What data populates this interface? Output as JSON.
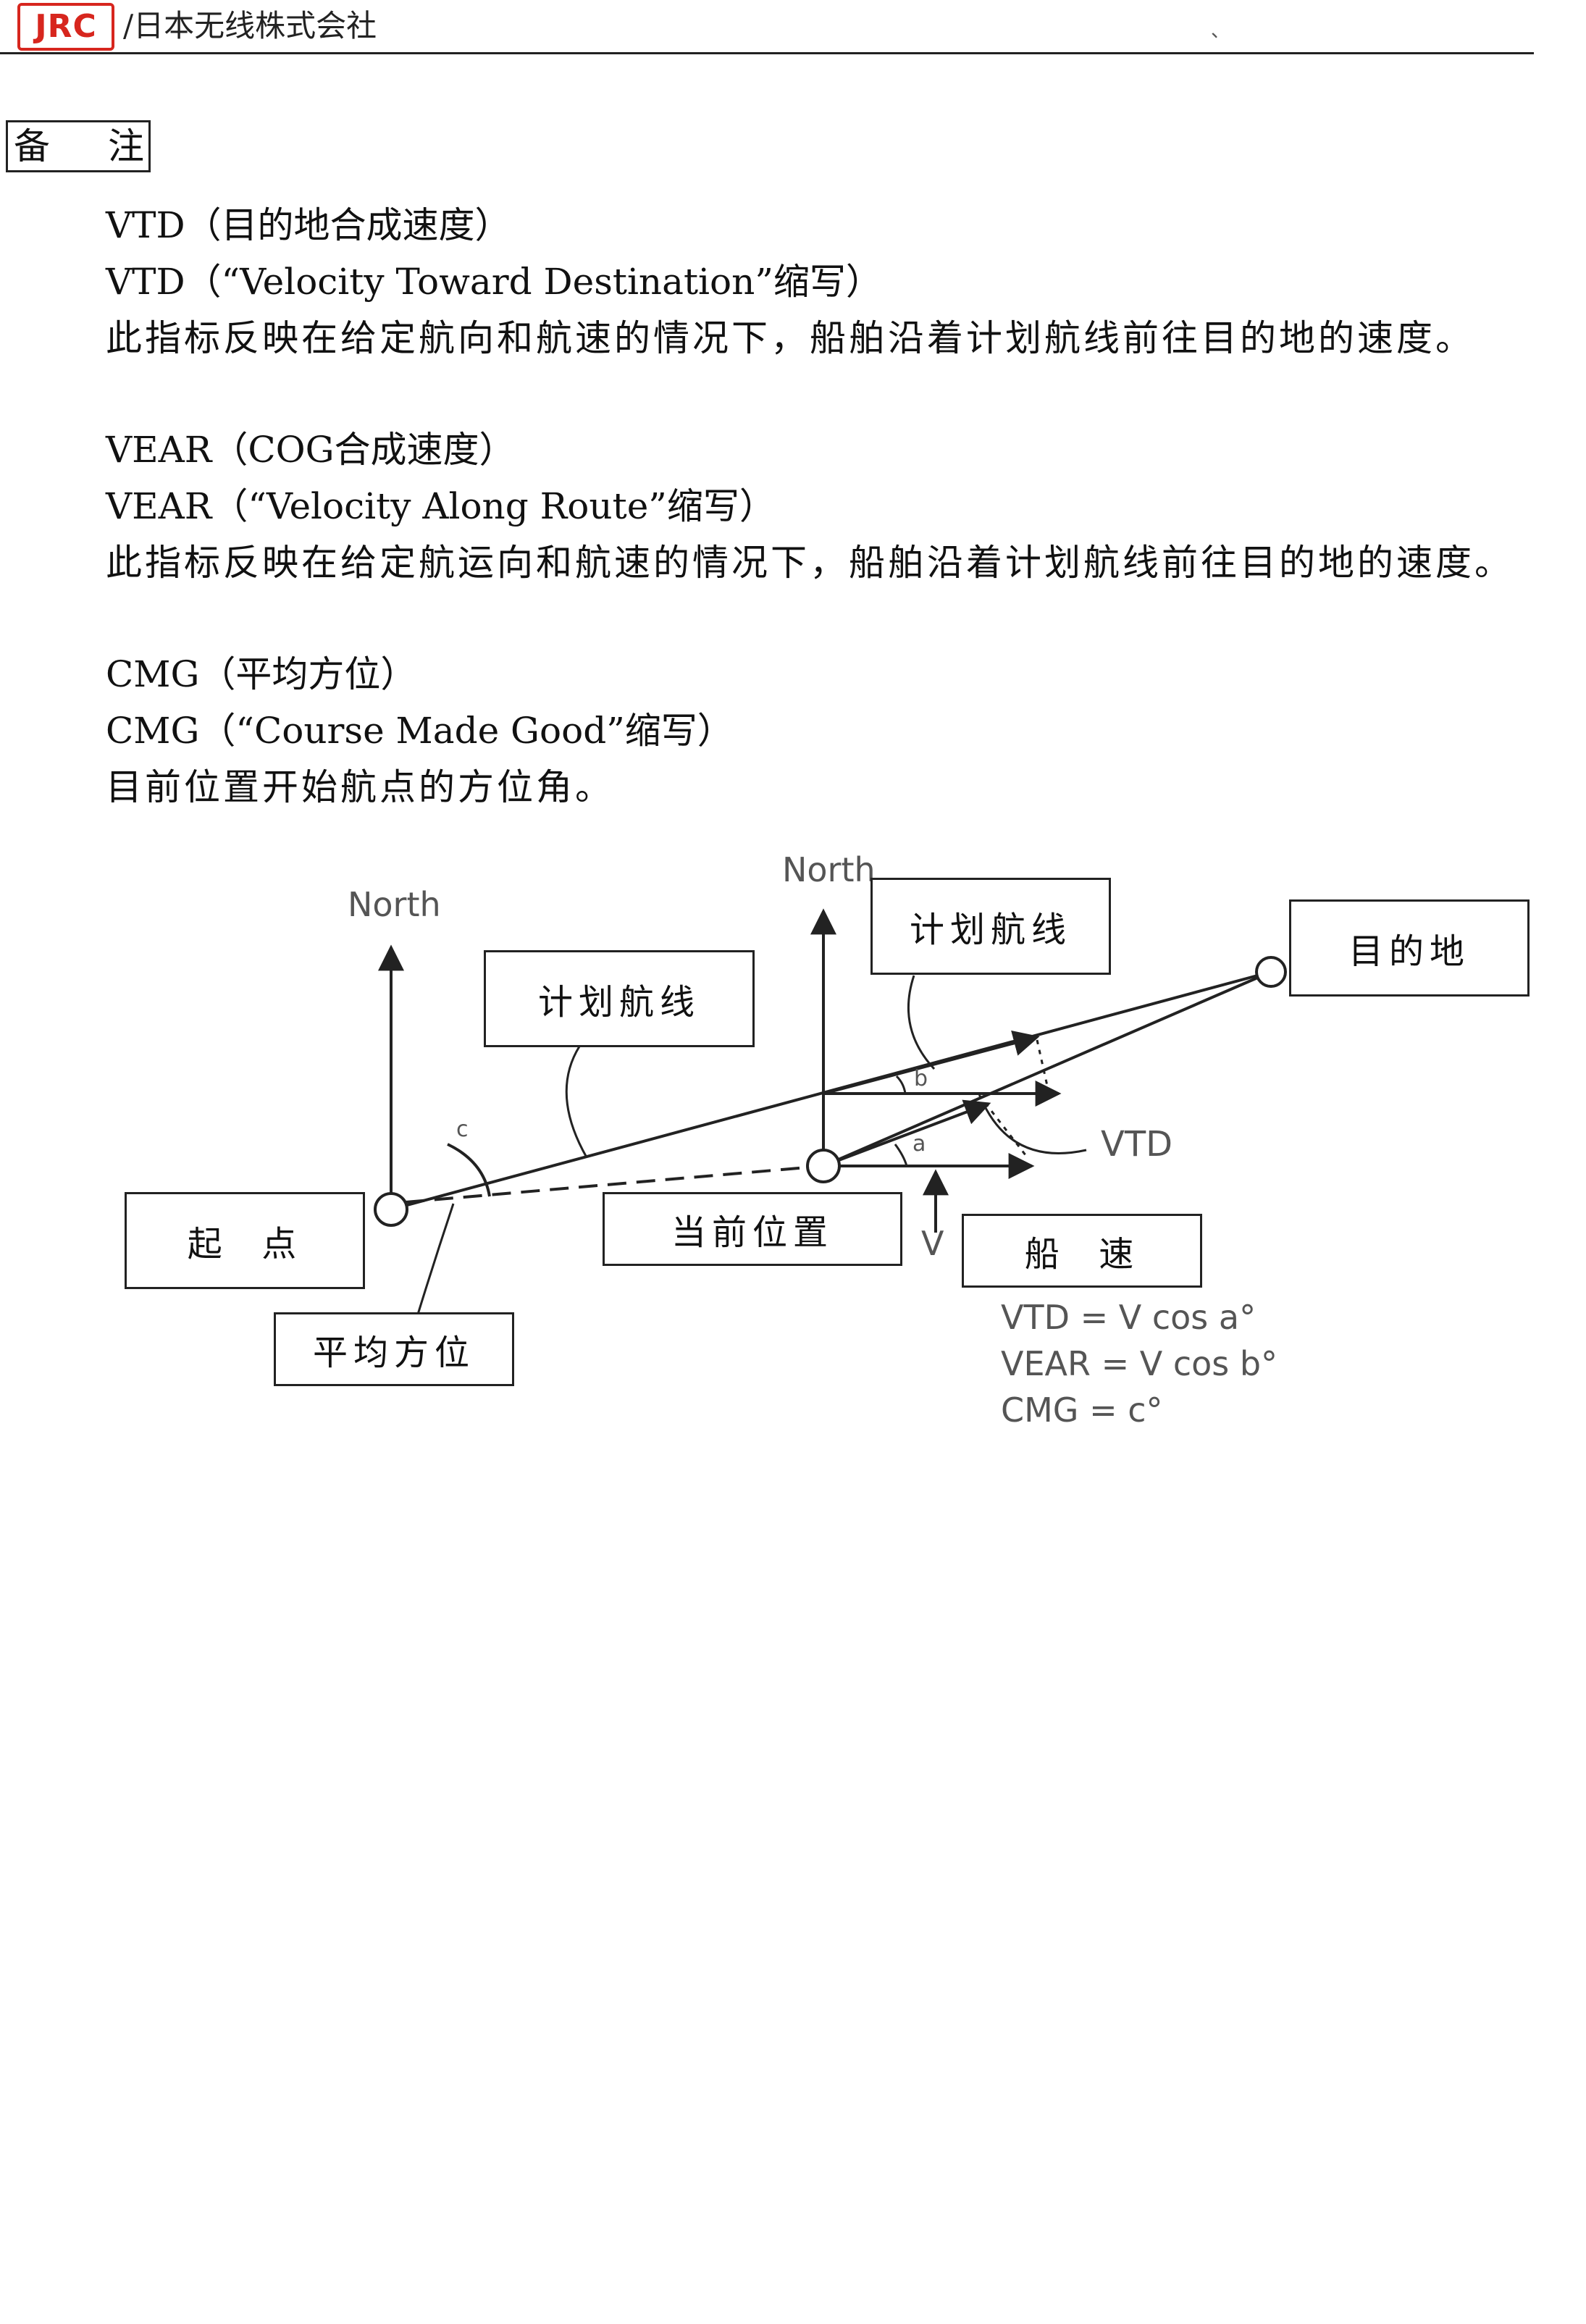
{
  "header": {
    "logo_text": "JRC",
    "company": "/日本无线株式会社",
    "corner_mark": "、"
  },
  "remark": {
    "label_left": "备",
    "label_right": "注"
  },
  "sections": [
    {
      "lines": [
        "VTD（目的地合成速度）",
        "VTD（“Velocity Toward Destination”缩写）",
        "此指标反映在给定航向和航速的情况下，船舶沿着计划航线前往目的地的速度。"
      ]
    },
    {
      "lines": [
        "VEAR（COG合成速度）",
        "VEAR（“Velocity Along Route”缩写）",
        "此指标反映在给定航运向和航速的情况下，船舶沿着计划航线前往目的地的速度。"
      ]
    },
    {
      "lines": [
        "CMG（平均方位）",
        "CMG（“Course Made Good”缩写）",
        "目前位置开始航点的方位角。"
      ]
    }
  ],
  "diagram": {
    "north_left": "North",
    "north_right": "North",
    "planned_route_1": "计划航线",
    "planned_route_2": "计划航线",
    "destination": "目的地",
    "start_point": "起  点",
    "current_position": "当前位置",
    "ship_speed": "船  速",
    "cmg_box": "平均方位",
    "label_a": "a",
    "label_b": "b",
    "label_c": "c",
    "label_v": "V",
    "label_vtd": "VTD",
    "formulas": [
      "VTD = V cos a°",
      "VEAR = V cos b°",
      "CMG = c°"
    ]
  }
}
